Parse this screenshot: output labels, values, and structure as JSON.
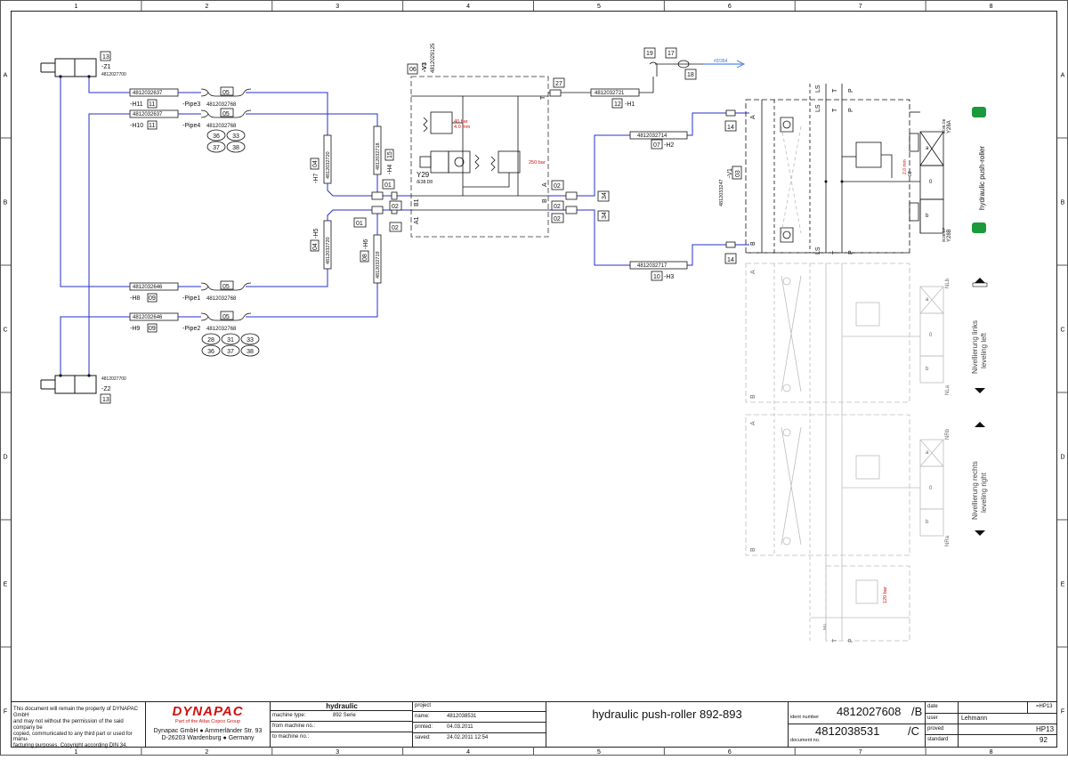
{
  "frame": {
    "columns": [
      "1",
      "2",
      "3",
      "4",
      "5",
      "6",
      "7",
      "8"
    ],
    "rows": [
      "A",
      "B",
      "C",
      "D",
      "E",
      "F"
    ]
  },
  "components": {
    "z1": {
      "num": "13",
      "tag": "-Z1",
      "part": "4812027700"
    },
    "z2": {
      "num": "13",
      "tag": "-Z2",
      "part": "4812027700"
    },
    "hoses": [
      {
        "part": "4812032637",
        "tag": "-H11",
        "num": "11"
      },
      {
        "part": "4812032637",
        "tag": "-H10",
        "num": "11"
      },
      {
        "part": "4812032646",
        "tag": "-H8",
        "num": "09"
      },
      {
        "part": "4812032646",
        "tag": "-H9",
        "num": "09"
      }
    ],
    "pipes": [
      {
        "num": "05",
        "tag": "-Pipe3",
        "part": "4812032768"
      },
      {
        "num": "05",
        "tag": "-Pipe4",
        "part": "4812032768"
      },
      {
        "num": "05",
        "tag": "-Pipe1",
        "part": "4812032768"
      },
      {
        "num": "05",
        "tag": "-Pipe2",
        "part": "4812032768"
      }
    ],
    "ovals_top": [
      "36",
      "33",
      "37",
      "38"
    ],
    "ovals_bottom": [
      "28",
      "31",
      "33",
      "36",
      "37",
      "38"
    ],
    "vert_hoses": [
      {
        "part": "4812032720",
        "tag": "-H7",
        "num": "04"
      },
      {
        "part": "4812032718",
        "tag": "-H4",
        "num": "15"
      },
      {
        "part": "4812032720",
        "tag": "-H5",
        "num": "04"
      },
      {
        "part": "4812032719",
        "tag": "-H6",
        "num": "08"
      }
    ],
    "fittings": [
      "01",
      "02",
      "01",
      "02"
    ],
    "valve_v3": {
      "num": "06",
      "tag": "-V3",
      "part": "4812029125",
      "solenoid": "Y29",
      "sol_ref": "/E38.D8",
      "relief1": "40 bar",
      "orifice": "4.0 mm",
      "relief2": "250 bar",
      "port_t": "T",
      "port_a1": "A1",
      "port_b1": "B1",
      "port_a": "A",
      "port_b": "B"
    },
    "right_hoses": [
      {
        "part": "4812032721",
        "tag": "-H1",
        "num": "12"
      },
      {
        "part": "4812032714",
        "tag": "-H2",
        "num": "07"
      },
      {
        "part": "4812032717",
        "tag": "-H3",
        "num": "10"
      }
    ],
    "fitting_27": "27",
    "fitting_19": "19",
    "fitting_17": "17",
    "fitting_18": "18",
    "tank_ref": "#2/354",
    "fitting_34a": "34",
    "fitting_34b": "34",
    "fitting_14a": "14",
    "fitting_14b": "14",
    "block_v1": {
      "part": "4812033247",
      "tag": "-V1",
      "num": "03"
    },
    "block_ports": {
      "ls": "LS",
      "t": "T",
      "p": "P",
      "a": "A",
      "b": "B"
    },
    "sections": [
      {
        "title": "hydraulic push-roller",
        "sol_a": "Y28A",
        "sol_b": "Y28B",
        "ref_a": "/E38.D6",
        "ref_b": "/E38.D7",
        "orifice": "2.0 mm",
        "ma": "a",
        "mb": "b",
        "zero": "0",
        "num": "03"
      },
      {
        "title": "Nivellierung links",
        "subtitle": "leveling left",
        "sol_a": "NLb",
        "sol_b": "NLa",
        "ma": "a",
        "mb": "b",
        "zero": "0"
      },
      {
        "title": "Nivellierung rechts",
        "subtitle": "leveling right",
        "sol_a": "NRb",
        "sol_b": "NRa",
        "ma": "a",
        "mb": "b",
        "zero": "0"
      }
    ],
    "inlet": {
      "relief": "120 bar",
      "mu": "MU"
    }
  },
  "titleblock": {
    "disclaimer": [
      "This document will remain the property of DYNAPAC GmbH",
      "and may not without the permission of the said company be",
      "copied, communicated to any third part or used for manu-",
      "facturing purposes. Copyright according DIN 34."
    ],
    "logo": "DYNAPAC",
    "logo_sub": "Part of the Atlas Copco Group",
    "address1": "Dynapac GmbH ● Ammerländer Str. 93",
    "address2": "D-26203 Wardenburg ● Germany",
    "category": "hydraulic",
    "machine_type_label": "machine type:",
    "machine_type": "892 Serie",
    "from_label": "from machine no.:",
    "to_label": "to machine no.:",
    "project_label": "project",
    "name_label": "name:",
    "name_value": "4812038531",
    "printed_label": "printed:",
    "printed_value": "04.03.2011",
    "saved_label": "saved:",
    "saved_value": "24.02.2011  12:54",
    "title": "hydraulic push-roller 892-893",
    "ident_label": "ident number",
    "ident_value": "4812027608",
    "ident_rev": "/B",
    "doc_label": "document no.",
    "doc_value": "4812038531",
    "doc_rev": "/C",
    "date_label": "date",
    "user_label": "user",
    "user_value": "Lehmann",
    "proved_label": "proved",
    "standard_label": "standard",
    "sheet_ref": "=HP13",
    "sheet_code": "HP13",
    "sheet_num": "92"
  },
  "colors": {
    "line": "#111111",
    "hose": "#2430c8",
    "red": "#d01010",
    "ghost": "#bdbdbd",
    "green": "#1a9a3a",
    "tank": "#2a6ee8"
  }
}
